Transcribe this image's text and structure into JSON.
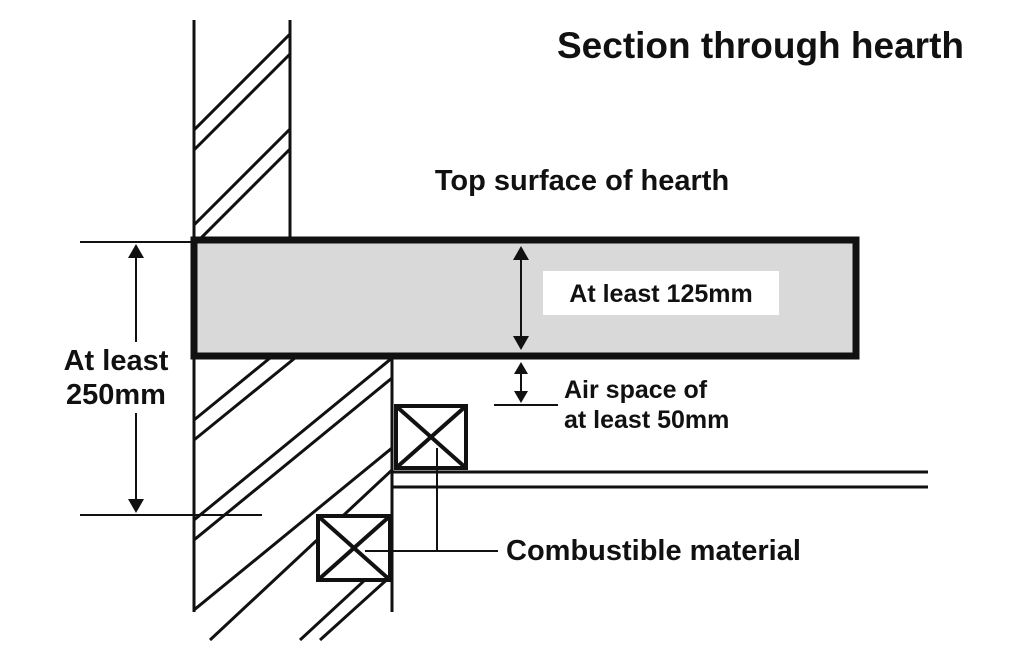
{
  "title": "Section through hearth",
  "labels": {
    "top_surface": "Top surface of hearth",
    "hearth_thickness": "At least 125mm",
    "total_height_line1": "At least",
    "total_height_line2": "250mm",
    "air_space_line1": "Air space of",
    "air_space_line2": "at least 50mm",
    "combustible": "Combustible material"
  },
  "colors": {
    "line": "#111111",
    "hearth_fill": "#d9d9d9",
    "label_box": "#ffffff"
  }
}
